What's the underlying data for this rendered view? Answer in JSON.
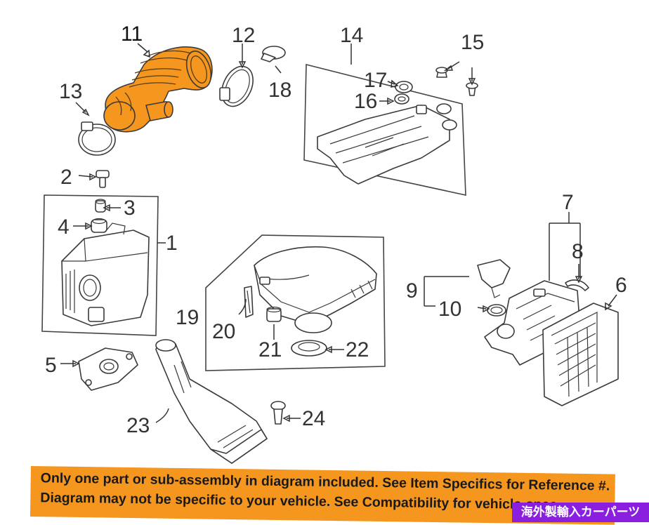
{
  "callouts": {
    "n1": "1",
    "n2": "2",
    "n3": "3",
    "n4": "4",
    "n5": "5",
    "n6": "6",
    "n7": "7",
    "n8": "8",
    "n9": "9",
    "n10": "10",
    "n11": "11",
    "n12": "12",
    "n13": "13",
    "n14": "14",
    "n15": "15",
    "n16": "16",
    "n17": "17",
    "n18": "18",
    "n19": "19",
    "n20": "20",
    "n21": "21",
    "n22": "22",
    "n23": "23",
    "n24": "24"
  },
  "highlighted_part": "11",
  "highlight_color": "#f5961f",
  "disclaimer": {
    "line1": "Only one part or sub-assembly in diagram included. See Item Specifics for Reference #.",
    "line2": "Diagram may not be specific to your vehicle. See Compatibility for vehicle-spec",
    "background": "#f5961f"
  },
  "watermark": {
    "text": "海外製輸入カーパーツ",
    "background": "#8b1fe0"
  }
}
